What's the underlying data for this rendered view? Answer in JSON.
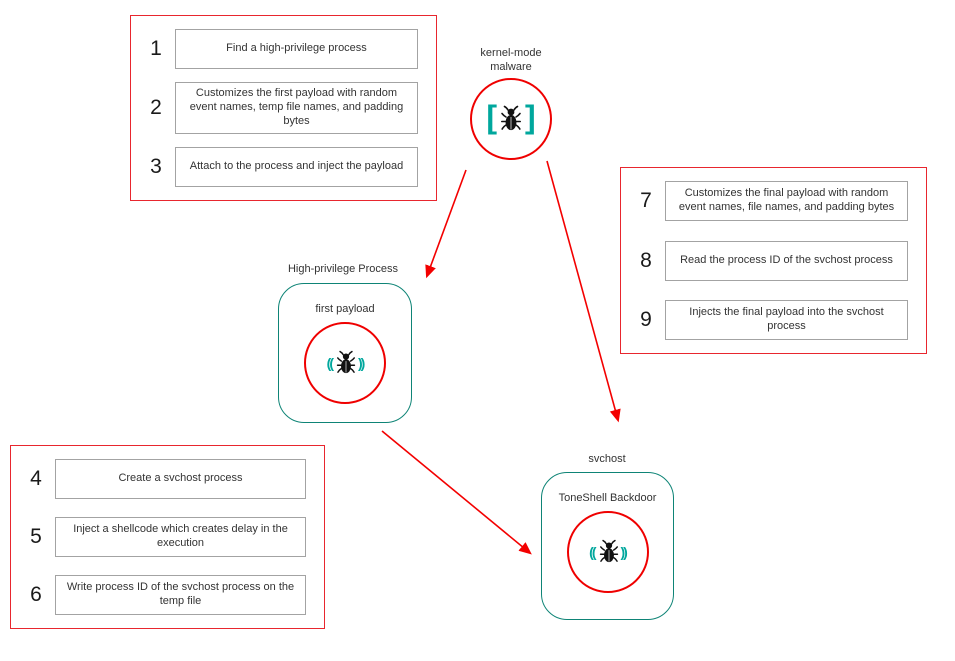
{
  "colors": {
    "red_accent": "#ef0000",
    "teal_accent": "#00a79d",
    "node_border_teal": "#0e8476",
    "step_box_border": "#a3a3a3",
    "text": "#333333"
  },
  "nodes": {
    "kernel": {
      "label": "kernel-mode malware",
      "icon": "bug-in-brackets-icon"
    },
    "high_privilege": {
      "label": "High-privilege Process",
      "inner_label": "first payload",
      "icon": "bug-signal-icon"
    },
    "svchost": {
      "label": "svchost",
      "inner_label": "ToneShell Backdoor",
      "icon": "bug-signal-icon"
    }
  },
  "step_groups": {
    "steps_1_3": {
      "steps": [
        {
          "num": "1",
          "text": "Find a high-privilege process"
        },
        {
          "num": "2",
          "text": "Customizes the first payload with random event names, temp file names, and padding bytes"
        },
        {
          "num": "3",
          "text": "Attach to the process and inject the payload"
        }
      ]
    },
    "steps_4_6": {
      "steps": [
        {
          "num": "4",
          "text": "Create a svchost process"
        },
        {
          "num": "5",
          "text": "Inject a shellcode which creates delay in the execution"
        },
        {
          "num": "6",
          "text": "Write process ID of the svchost process on the temp file"
        }
      ]
    },
    "steps_7_9": {
      "steps": [
        {
          "num": "7",
          "text": "Customizes the final payload with random event names, file names, and padding bytes"
        },
        {
          "num": "8",
          "text": "Read the process ID of the svchost process"
        },
        {
          "num": "9",
          "text": "Injects the final payload into the svchost process"
        }
      ]
    }
  }
}
